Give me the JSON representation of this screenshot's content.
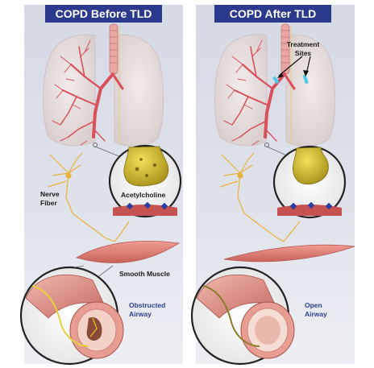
{
  "panels": [
    {
      "title": "COPD Before TLD",
      "labels": {
        "nerve_fiber_line1": "Nerve",
        "nerve_fiber_line2": "Fiber",
        "neurotransmitter": "Acetylcholine",
        "muscle": "Smooth Muscle",
        "airway_line1": "Obstructed",
        "airway_line2": "Airway"
      }
    },
    {
      "title": "COPD After TLD",
      "labels": {
        "treatment_line1": "Treatment",
        "treatment_line2": "Sites",
        "airway_line1": "Open",
        "airway_line2": "Airway"
      }
    }
  ],
  "colors": {
    "title_bar": "#2b3a8c",
    "panel_bg_top": "#d9dde6",
    "panel_bg_bottom": "#eceef3",
    "bronchi": "#d9505a",
    "lung": "#ece4e2",
    "nerve": "#e6b23a",
    "acetylcholine": "#d8c02a",
    "muscle": "#e08a80",
    "treatment_mark": "#4cc7e8"
  },
  "icons": {
    "arrow": "treatment-arrow-icon",
    "receptor": "receptor-icon"
  }
}
